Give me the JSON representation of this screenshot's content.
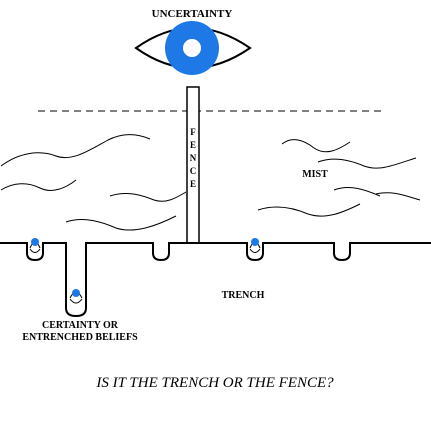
{
  "labels": {
    "uncertainty": "UNCERTAINTY",
    "mist": "MIST",
    "trench": "TRENCH",
    "certainty_line1": "CERTAINTY OR",
    "certainty_line2": "ENTRENCHED BELIEFS",
    "caption": "IS IT THE TRENCH OR THE FENCE?"
  },
  "fence_letters": [
    "F",
    "E",
    "N",
    "C",
    "E"
  ],
  "colors": {
    "eye_iris": "#1e78e6",
    "line": "#000000",
    "background": "#ffffff"
  }
}
